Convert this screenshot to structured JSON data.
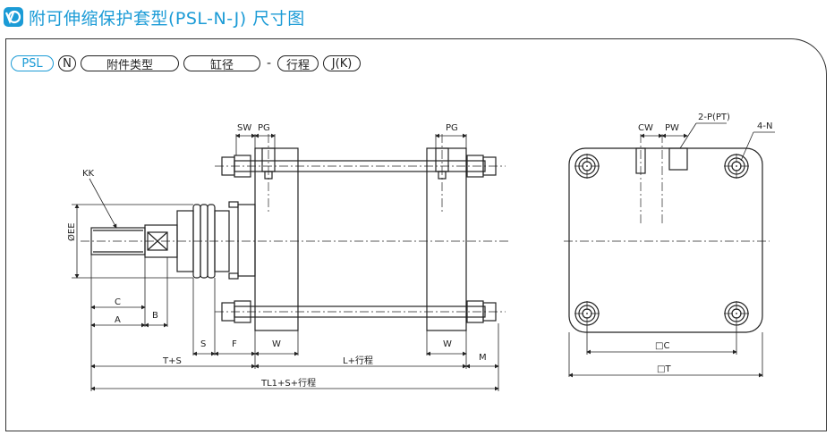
{
  "header": {
    "title": "附可伸缩保护套型(PSL-N-J) 尺寸图"
  },
  "model_code": {
    "p1": "PSL",
    "p2": "N",
    "p3": "附件类型",
    "p4": "缸径",
    "sep": "-",
    "p5": "行程",
    "p6": "J(K)"
  },
  "side_view": {
    "kk": "KK",
    "ee": "ØEE",
    "c": "C",
    "a": "A",
    "b": "B",
    "s": "S",
    "f": "F",
    "w1": "W",
    "w2": "W",
    "m": "M",
    "sw": "SW",
    "pg1": "PG",
    "pg2": "PG",
    "ts": "T+S",
    "l_stroke": "L+行程",
    "total": "TL1+S+行程"
  },
  "end_view": {
    "cw": "CW",
    "pw": "PW",
    "port": "2-P(PT)",
    "holes": "4-N",
    "inner_sq": "□C",
    "outer_sq": "□T"
  },
  "colors": {
    "accent": "#1b9bd6"
  }
}
